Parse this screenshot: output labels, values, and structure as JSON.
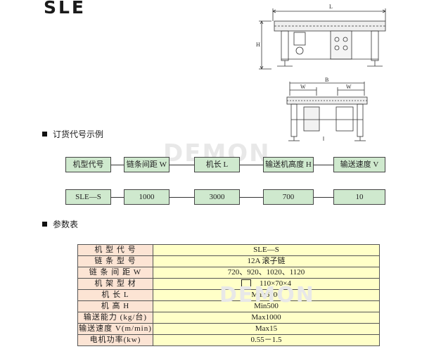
{
  "title": "SLE",
  "drawing": {
    "dim_length": "L",
    "dim_height": "H",
    "dim_width_b": "B",
    "dim_width_w": "W"
  },
  "ordering": {
    "heading": "订货代号示例",
    "labels": [
      "机型代号",
      "链条间距 W",
      "机长 L",
      "输送机高度 H",
      "输送速度  V"
    ],
    "example": [
      "SLE—S",
      "1000",
      "3000",
      "700",
      "10"
    ]
  },
  "watermark": "DEMON",
  "params": {
    "heading": "参数表",
    "rows": [
      {
        "key": "机 型 代 号",
        "value": "SLE—S"
      },
      {
        "key": "链 条 型 号",
        "value": "12A 滚子链"
      },
      {
        "key": "链 条 间 距 W",
        "value": "720、920、1020、1120"
      },
      {
        "key": "机 架 型 材",
        "value": "110×70×4"
      },
      {
        "key": "机    长 L",
        "value": "Max6000"
      },
      {
        "key": "机   高 H",
        "value": "Min500"
      },
      {
        "key": "输送能力 (kg/台)",
        "value": "Max1000"
      },
      {
        "key": "输送速度 V(m/min)",
        "value": "Max15"
      },
      {
        "key": "电机功率(kw)",
        "value": "0.55－1.5"
      }
    ]
  }
}
